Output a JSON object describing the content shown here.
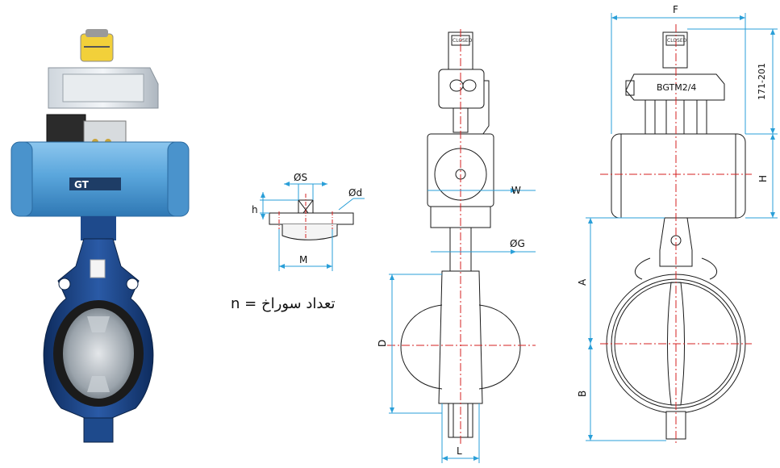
{
  "labels": {
    "os": "ØS",
    "od": "Ød",
    "h_small": "h",
    "m": "M",
    "w": "W",
    "og": "ØG",
    "d": "D",
    "l": "L",
    "f": "F",
    "range": "171-201",
    "h_big": "H",
    "a": "A",
    "b": "B",
    "model": "BGTM2/4",
    "closed": "CLOSED",
    "holes": "تعداد سوراخ = n",
    "brand": "GT"
  },
  "colors": {
    "dimension": "#2a9fd8",
    "centerline": "#d42020",
    "outline": "#1a1a1a",
    "actuator_blue": "#5aa6dc",
    "body_navy": "#163a78"
  }
}
